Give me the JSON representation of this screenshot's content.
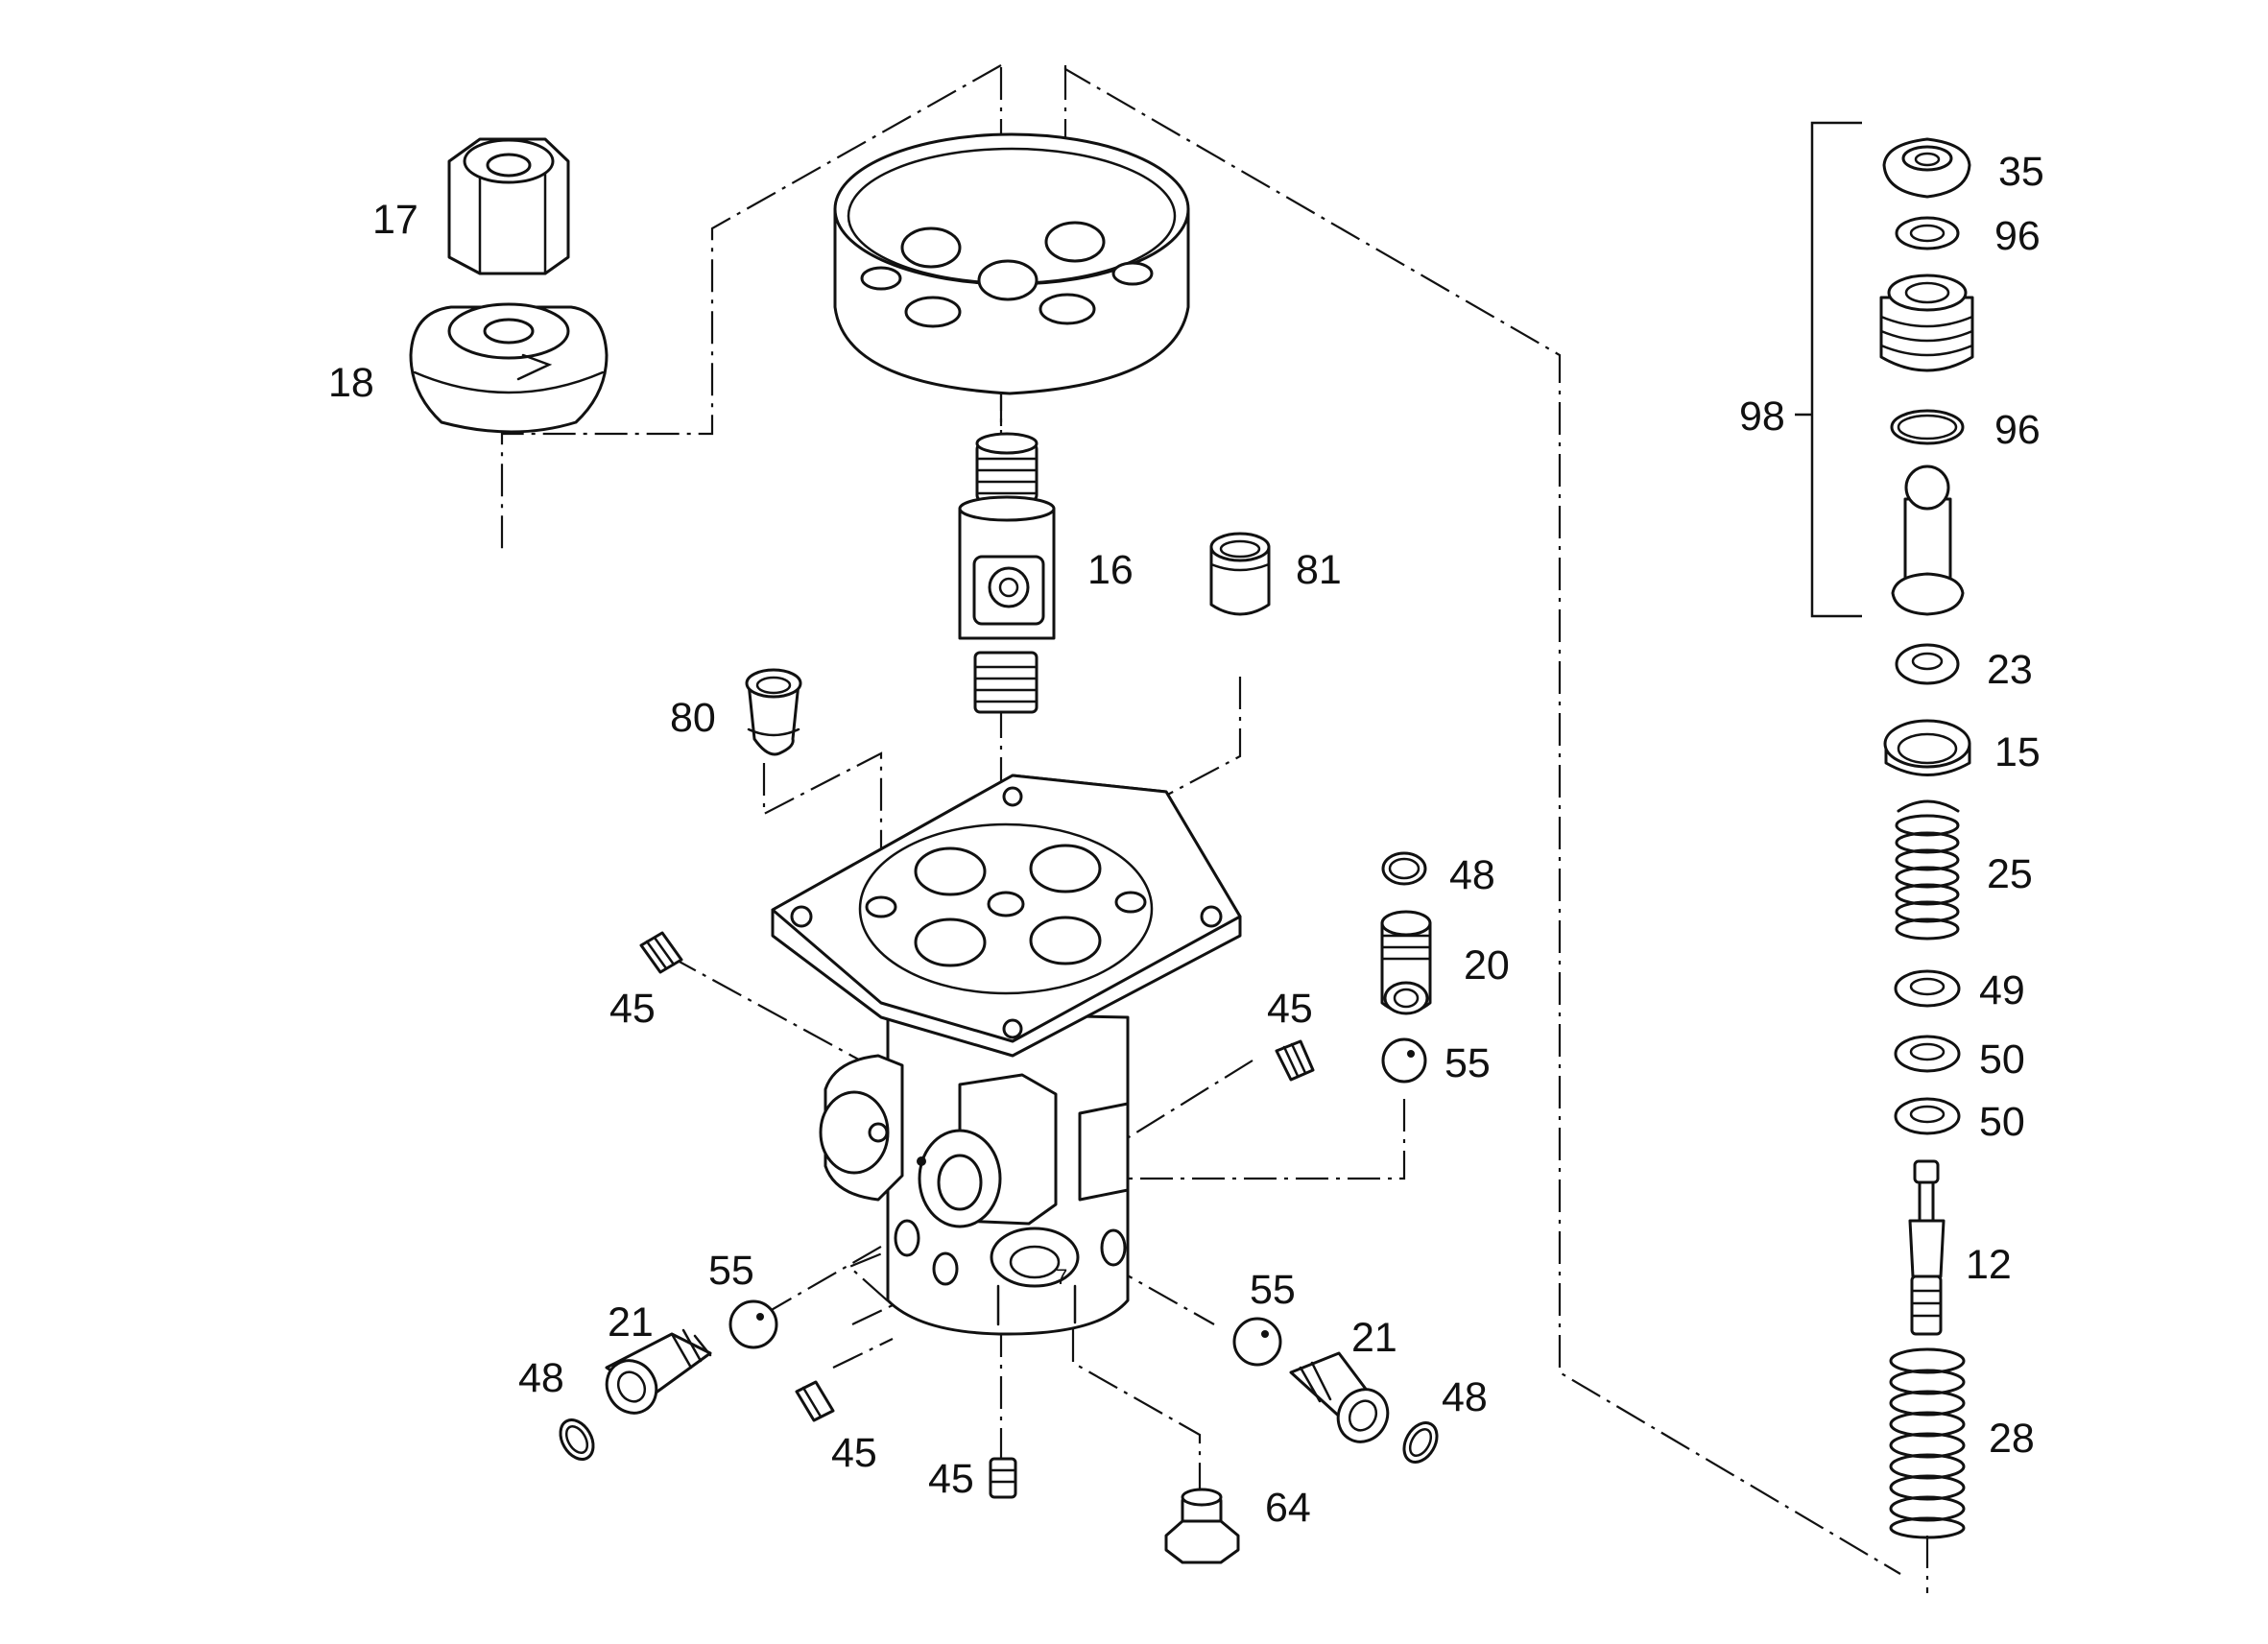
{
  "callouts": {
    "p17": "17",
    "p18": "18",
    "p16": "16",
    "p81": "81",
    "p80": "80",
    "p45_left": "45",
    "p45_right": "45",
    "p45_bottom": "45",
    "p45_lower": "45",
    "p48_top": "48",
    "p48_left": "48",
    "p48_right": "48",
    "p20": "20",
    "p55_top": "55",
    "p55_left": "55",
    "p55_right": "55",
    "p21_left": "21",
    "p21_right": "21",
    "p64": "64",
    "p98": "98",
    "p35": "35",
    "p96_a": "96",
    "p96_b": "96",
    "p23": "23",
    "p15": "15",
    "p25": "25",
    "p49": "49",
    "p50_a": "50",
    "p50_b": "50",
    "p12": "12",
    "p28": "28",
    "casting_mark": "7"
  }
}
